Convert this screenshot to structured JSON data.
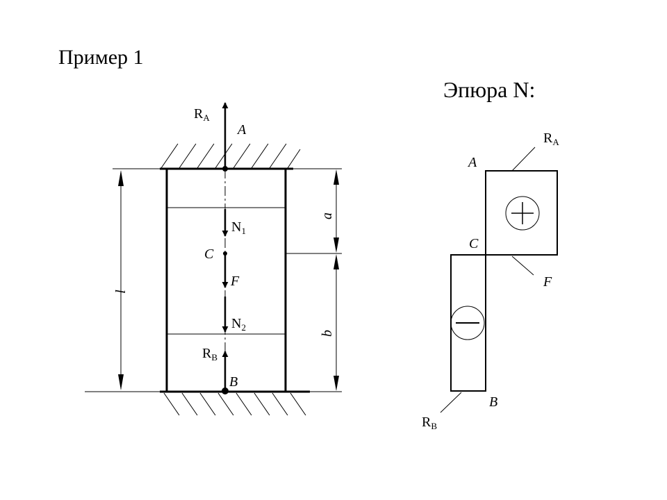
{
  "title": "Пример 1",
  "epure_title": "Эпюра N:",
  "left": {
    "ra_main": "R",
    "ra_sub": "A",
    "point_a": "A",
    "n1_main": "N",
    "n1_sub": "1",
    "point_c": "C",
    "force_f": "F",
    "n2_main": "N",
    "n2_sub": "2",
    "rb_main": "R",
    "rb_sub": "B",
    "point_b": "B",
    "dim_l": "l",
    "dim_a": "a",
    "dim_b": "b"
  },
  "right": {
    "point_a": "A",
    "ra_main": "R",
    "ra_sub": "A",
    "point_c": "C",
    "plus_sign": "+",
    "force_f": "F",
    "minus_sign": "−",
    "point_b": "B",
    "rb_main": "R",
    "rb_sub": "B"
  }
}
